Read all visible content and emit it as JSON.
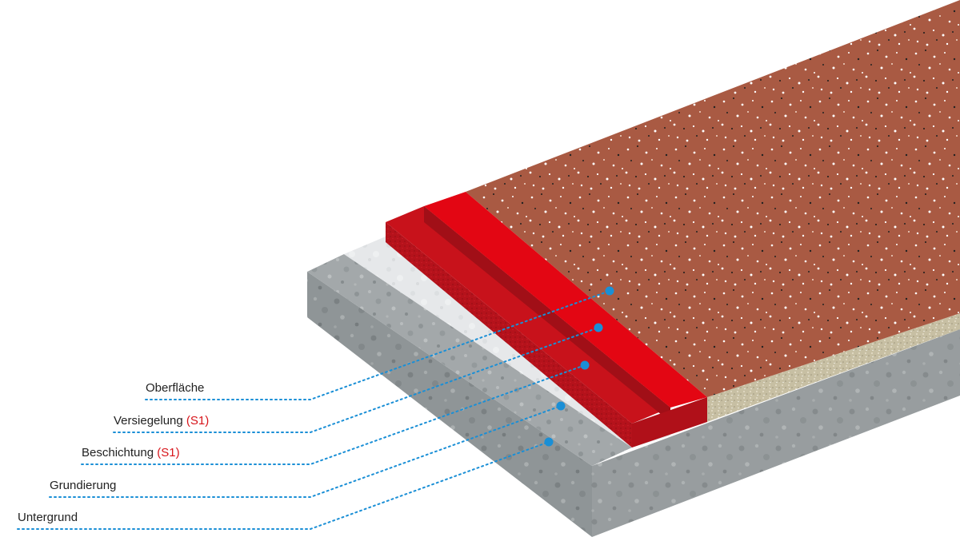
{
  "colors": {
    "surface": "#a95a43",
    "red_top": "#e30613",
    "red_side": "#b5121b",
    "primer": "#e6e8ea",
    "concrete": "#9a9fa1",
    "leader": "#1a8fd6",
    "code_text": "#d7141a"
  },
  "layers": [
    {
      "id": "oberflaeche",
      "name": "Oberfläche",
      "code": ""
    },
    {
      "id": "versiegelung",
      "name": "Versiegelung",
      "code": "(S1)"
    },
    {
      "id": "beschichtung",
      "name": "Beschichtung",
      "code": "(S1)"
    },
    {
      "id": "grundierung",
      "name": "Grundierung",
      "code": ""
    },
    {
      "id": "untergrund",
      "name": "Untergrund",
      "code": ""
    }
  ]
}
